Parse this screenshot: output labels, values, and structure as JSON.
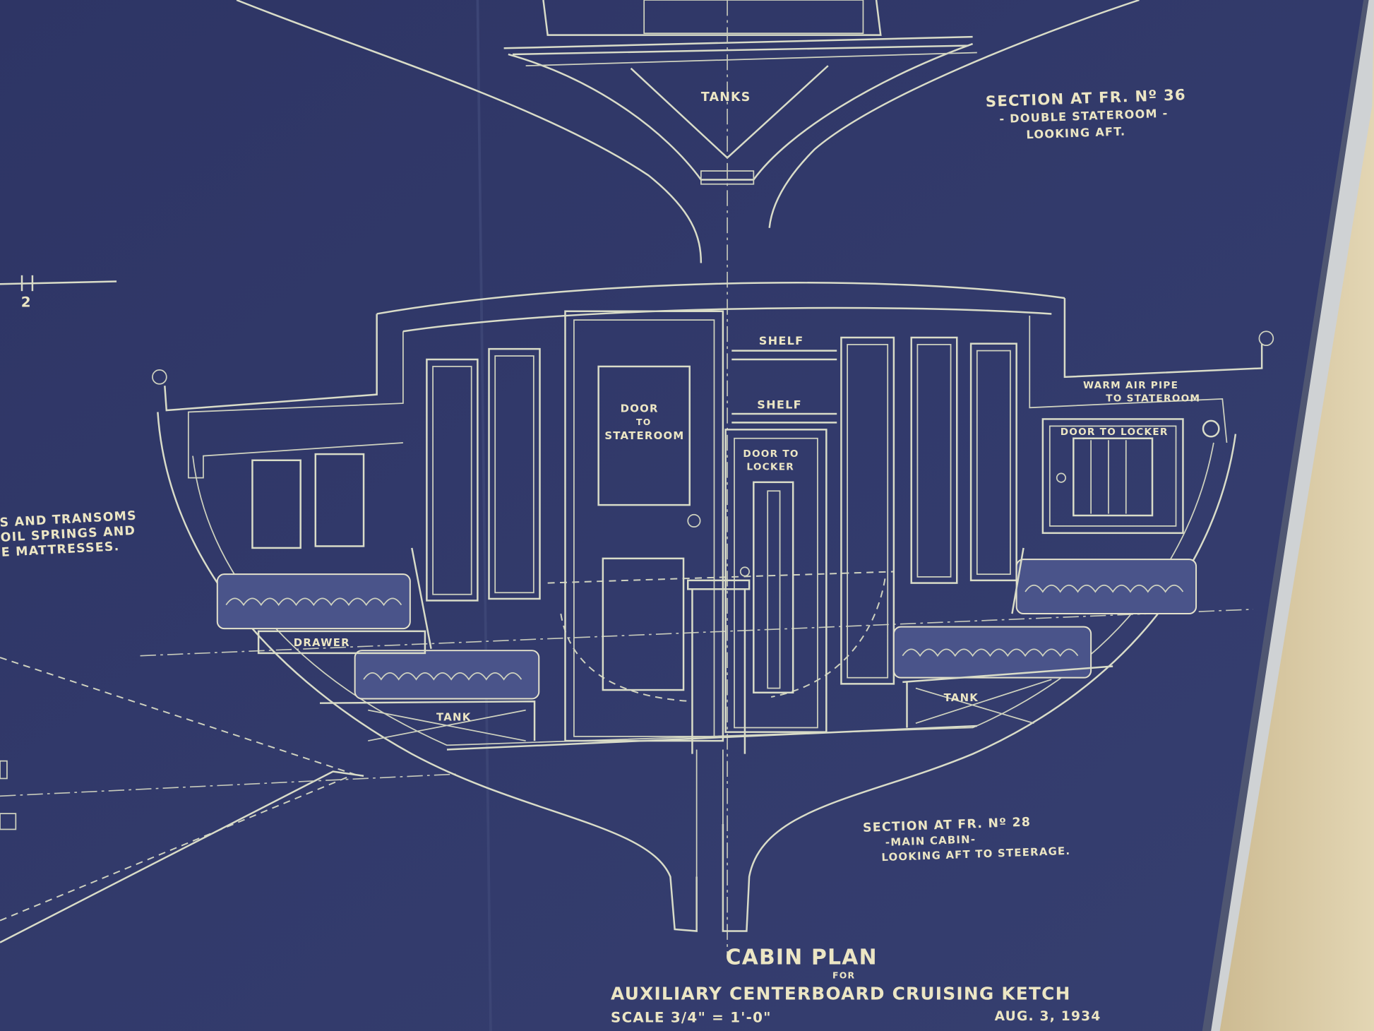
{
  "photo": {
    "colors": {
      "blueprint": "#2f3766",
      "line": "#d9dcc8",
      "frame": "#d8c9a2"
    },
    "top_section": {
      "tanks_label": "TANKS",
      "caption": [
        "SECTION AT FR. Nº 36",
        "- DOUBLE STATEROOM -",
        "LOOKING AFT."
      ]
    },
    "scale_mark": "2",
    "left_note": [
      "S AND TRANSOMS",
      "OIL SPRINGS AND",
      "E MATTRESSES."
    ],
    "main_section": {
      "shelf_upper": "SHELF",
      "shelf_lower": "SHELF",
      "door_stateroom": [
        "DOOR",
        "TO",
        "STATEROOM"
      ],
      "door_locker_center": [
        "DOOR TO",
        "LOCKER"
      ],
      "door_locker_right": "DOOR TO LOCKER",
      "warm_air_pipe": [
        "WARM AIR PIPE",
        "TO STATEROOM"
      ],
      "drawer": "DRAWER",
      "tank_left": "TANK",
      "tank_right": "TANK",
      "caption": [
        "SECTION AT FR. Nº 28",
        "-MAIN CABIN-",
        "LOOKING AFT TO STEERAGE."
      ]
    },
    "title_block": {
      "title": "CABIN PLAN",
      "for": "FOR",
      "subtitle": "AUXILIARY CENTERBOARD CRUISING KETCH",
      "date": "AUG. 3, 1934",
      "scale": "SCALE 3/4\" = 1'-0\""
    }
  }
}
